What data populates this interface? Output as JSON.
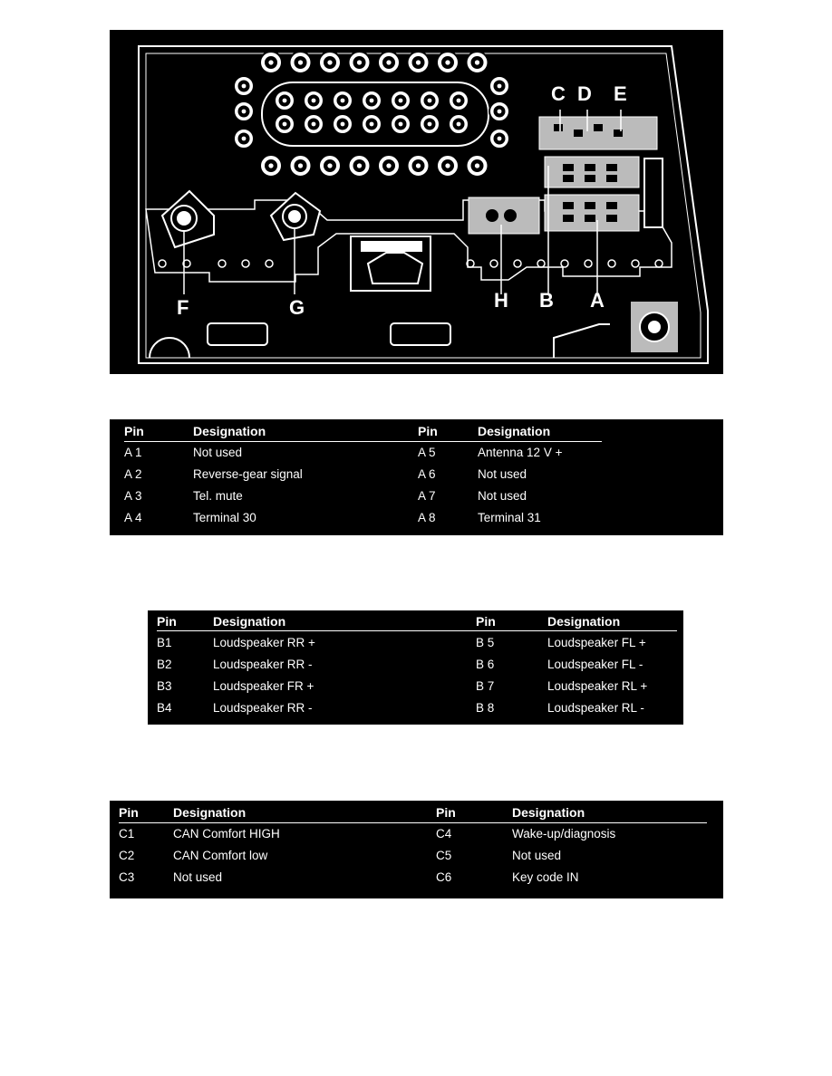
{
  "diagram": {
    "connector_labels": {
      "A": "A",
      "B": "B",
      "C": "C",
      "D": "D",
      "E": "E",
      "F": "F",
      "G": "G",
      "H": "H"
    }
  },
  "table_a": {
    "headers": {
      "pin": "Pin",
      "designation": "Designation"
    },
    "rows": [
      {
        "pin": "A 1",
        "designation": "Not used"
      },
      {
        "pin": "A 2",
        "designation": "Reverse-gear signal"
      },
      {
        "pin": "A 3",
        "designation": "Tel. mute"
      },
      {
        "pin": "A 4",
        "designation": "Terminal 30"
      },
      {
        "pin": "A 5",
        "designation": "Antenna 12 V +"
      },
      {
        "pin": "A 6",
        "designation": "Not used"
      },
      {
        "pin": "A 7",
        "designation": "Not used"
      },
      {
        "pin": "A 8",
        "designation": "Terminal 31"
      }
    ]
  },
  "table_b": {
    "headers": {
      "pin": "Pin",
      "designation": "Designation"
    },
    "rows": [
      {
        "pin": "B1",
        "designation": "Loudspeaker RR +"
      },
      {
        "pin": "B2",
        "designation": "Loudspeaker RR -"
      },
      {
        "pin": "B3",
        "designation": "Loudspeaker FR +"
      },
      {
        "pin": "B4",
        "designation": "Loudspeaker RR -"
      },
      {
        "pin": "B 5",
        "designation": "Loudspeaker FL +"
      },
      {
        "pin": "B 6",
        "designation": "Loudspeaker FL -"
      },
      {
        "pin": "B 7",
        "designation": "Loudspeaker RL +"
      },
      {
        "pin": "B 8",
        "designation": "Loudspeaker RL -"
      }
    ]
  },
  "table_c": {
    "headers": {
      "pin": "Pin",
      "designation": "Designation"
    },
    "rows": [
      {
        "pin": "C1",
        "designation": "CAN Comfort HIGH"
      },
      {
        "pin": "C2",
        "designation": "CAN Comfort low"
      },
      {
        "pin": "C3",
        "designation": "Not used"
      },
      {
        "pin": "C4",
        "designation": "Wake-up/diagnosis"
      },
      {
        "pin": "C5",
        "designation": "Not used"
      },
      {
        "pin": "C6",
        "designation": "Key code IN"
      }
    ]
  }
}
